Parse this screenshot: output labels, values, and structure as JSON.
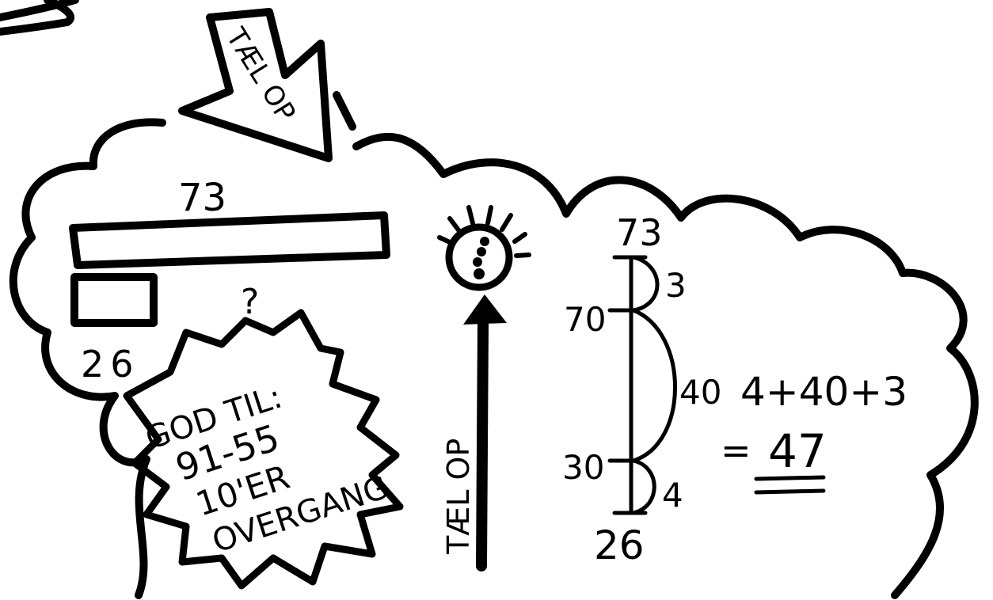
{
  "top_arrow": {
    "label": "TÆL OP"
  },
  "bar_model": {
    "long_bar_label": "73",
    "short_bar_label": "26",
    "unknown_label": "?"
  },
  "callout": {
    "lines": [
      "GOD TIL:",
      "91-55",
      "10'ER",
      "OVERGANG"
    ]
  },
  "up_arrow": {
    "label": "TÆL OP"
  },
  "number_line": {
    "top": "73",
    "mid_upper": "70",
    "mid_lower": "30",
    "bottom": "26",
    "jump_top": "3",
    "jump_middle": "40",
    "jump_bottom": "4"
  },
  "calculation": {
    "expression": "4+40+3",
    "equals": "=",
    "result": "47"
  },
  "colors": {
    "ink": "#000000",
    "background": "#ffffff"
  }
}
